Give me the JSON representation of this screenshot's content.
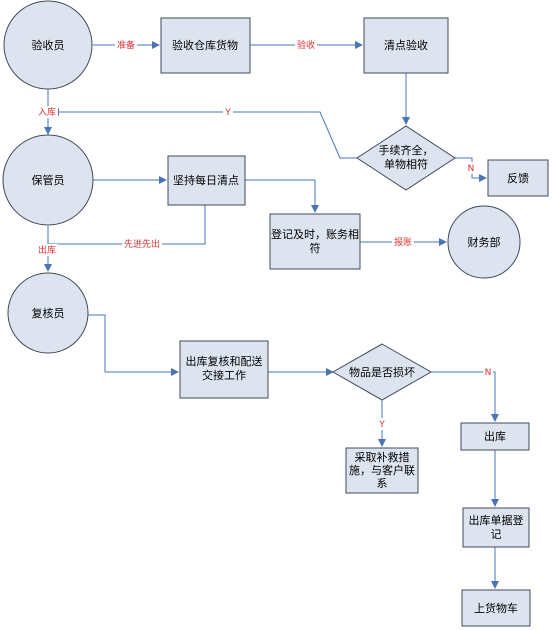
{
  "colors": {
    "node_fill": "#dde4ef",
    "node_stroke": "#3f4a5c",
    "edge": "#4a75b5",
    "label_text": "#e03030",
    "label_bg": "#ffffff"
  },
  "nodes": {
    "inspector": "验收员",
    "inspect_goods": "验收仓库货物",
    "count_inspect": "清点验收",
    "decision_complete": [
      "手续齐全，",
      "单物相符"
    ],
    "feedback": "反馈",
    "keeper": "保管员",
    "daily_count": "坚持每日清点",
    "register": [
      "登记及时，账务相",
      "符"
    ],
    "finance": "财务部",
    "rechecker": "复核员",
    "outbound_recheck": [
      "出库复核和配送",
      "交接工作"
    ],
    "decision_damage": "物品是否损坏",
    "remedy": [
      "采取补救措",
      "施，与客户联",
      "系"
    ],
    "outbound": "出库",
    "outbound_register": [
      "出库单据登",
      "记"
    ],
    "load_truck": "上货物车"
  },
  "edge_labels": {
    "prepare": "准备",
    "inspect": "验收",
    "yes_1": "Y",
    "no_1": "N",
    "stock_in": "入库",
    "stock_out": "出库",
    "fifo": "先进先出",
    "report": "报账",
    "no_2": "N",
    "yes_2": "Y"
  }
}
